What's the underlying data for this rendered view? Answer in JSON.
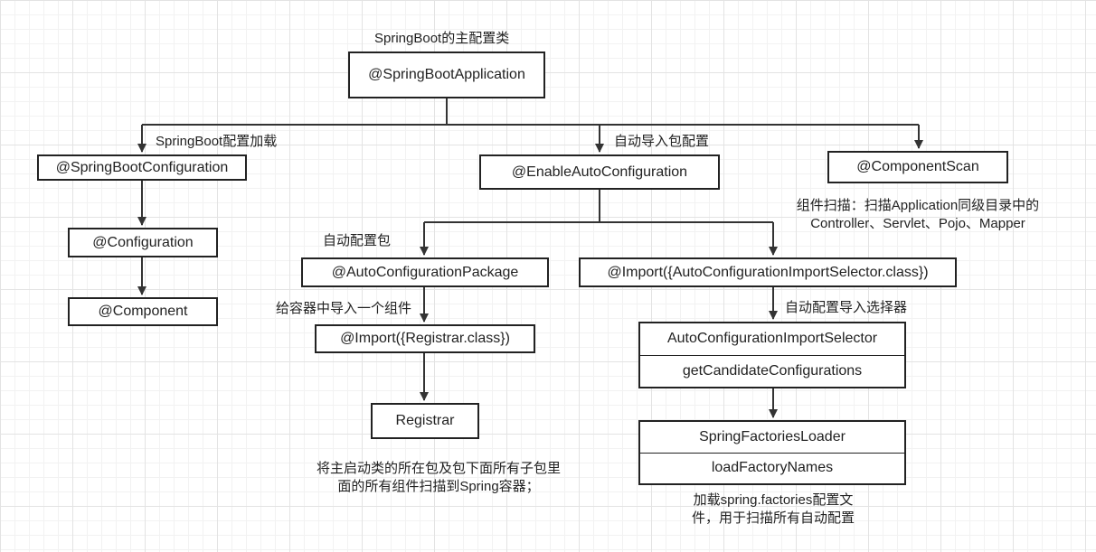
{
  "diagram": {
    "root_caption": "SpringBoot的主配置类",
    "nodes": {
      "springboot_application": "@SpringBootApplication",
      "springboot_configuration": "@SpringBootConfiguration",
      "configuration": "@Configuration",
      "component": "@Component",
      "enable_auto_configuration": "@EnableAutoConfiguration",
      "component_scan": "@ComponentScan",
      "auto_configuration_package": "@AutoConfigurationPackage",
      "import_registrar": "@Import({Registrar.class})",
      "registrar": "Registrar",
      "import_selector": "@Import({AutoConfigurationImportSelector.class})",
      "selector_class": "AutoConfigurationImportSelector",
      "selector_method": "getCandidateConfigurations",
      "loader_class": "SpringFactoriesLoader",
      "loader_method": "loadFactoryNames"
    },
    "labels": {
      "springboot_config_load": "SpringBoot配置加载",
      "auto_import_package": "自动导入包配置",
      "component_scan_line1": "组件扫描：扫描Application同级目录中的",
      "component_scan_line2": "Controller、Servlet、Pojo、Mapper",
      "auto_config_package": "自动配置包",
      "import_component": "给容器中导入一个组件",
      "auto_import_selector": "自动配置导入选择器",
      "registrar_note_line1": "将主启动类的所在包及包下面所有子包里",
      "registrar_note_line2": "面的所有组件扫描到Spring容器；",
      "loader_note_line1": "加载spring.factories配置文",
      "loader_note_line2": "件，用于扫描所有自动配置"
    },
    "colors": {
      "stroke": "#333333",
      "border": "#222222"
    }
  }
}
